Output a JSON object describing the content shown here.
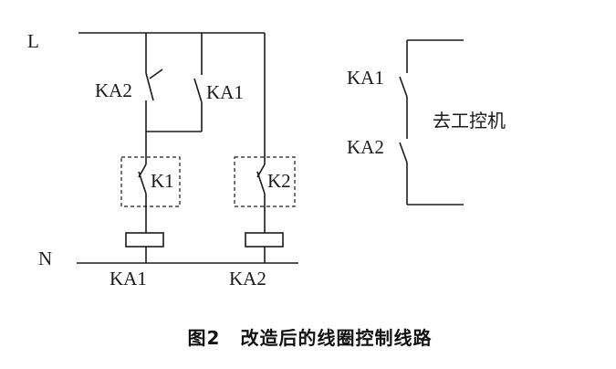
{
  "circuit": {
    "line_label": "L",
    "neutral_label": "N",
    "contact_ka2_label": "KA2",
    "contact_ka1_label": "KA1",
    "relay_k1_label": "K1",
    "relay_k2_label": "K2",
    "coil_ka1_label": "KA1",
    "coil_ka2_label": "KA2"
  },
  "output": {
    "contact_ka1_label": "KA1",
    "contact_ka2_label": "KA2",
    "target_label": "去工控机"
  },
  "caption": {
    "figure_number": "图2",
    "title": "改造后的线圈控制线路"
  }
}
